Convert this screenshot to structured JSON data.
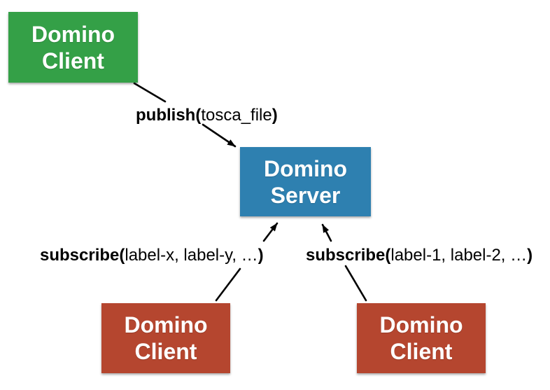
{
  "diagram": {
    "background_color": "#ffffff",
    "arrow_color": "#000000",
    "nodes": [
      {
        "id": "client-top",
        "lines": [
          "Domino",
          "Client"
        ],
        "color": "#34A047",
        "text_color": "#ffffff"
      },
      {
        "id": "server",
        "lines": [
          "Domino",
          "Server"
        ],
        "color": "#2E80B0",
        "text_color": "#ffffff"
      },
      {
        "id": "client-bottom-left",
        "lines": [
          "Domino",
          "Client"
        ],
        "color": "#B5462F",
        "text_color": "#ffffff"
      },
      {
        "id": "client-bottom-right",
        "lines": [
          "Domino",
          "Client"
        ],
        "color": "#B5462F",
        "text_color": "#ffffff"
      }
    ],
    "edges": [
      {
        "from": "client-top",
        "to": "server",
        "prefix": "publish(",
        "args": "tosca_file",
        "suffix": ")"
      },
      {
        "from": "client-bottom-left",
        "to": "server",
        "prefix": "subscribe(",
        "args": "label-x, label-y, …",
        "suffix": ")"
      },
      {
        "from": "client-bottom-right",
        "to": "server",
        "prefix": "subscribe(",
        "args": "label-1, label-2, …",
        "suffix": ")"
      }
    ]
  }
}
